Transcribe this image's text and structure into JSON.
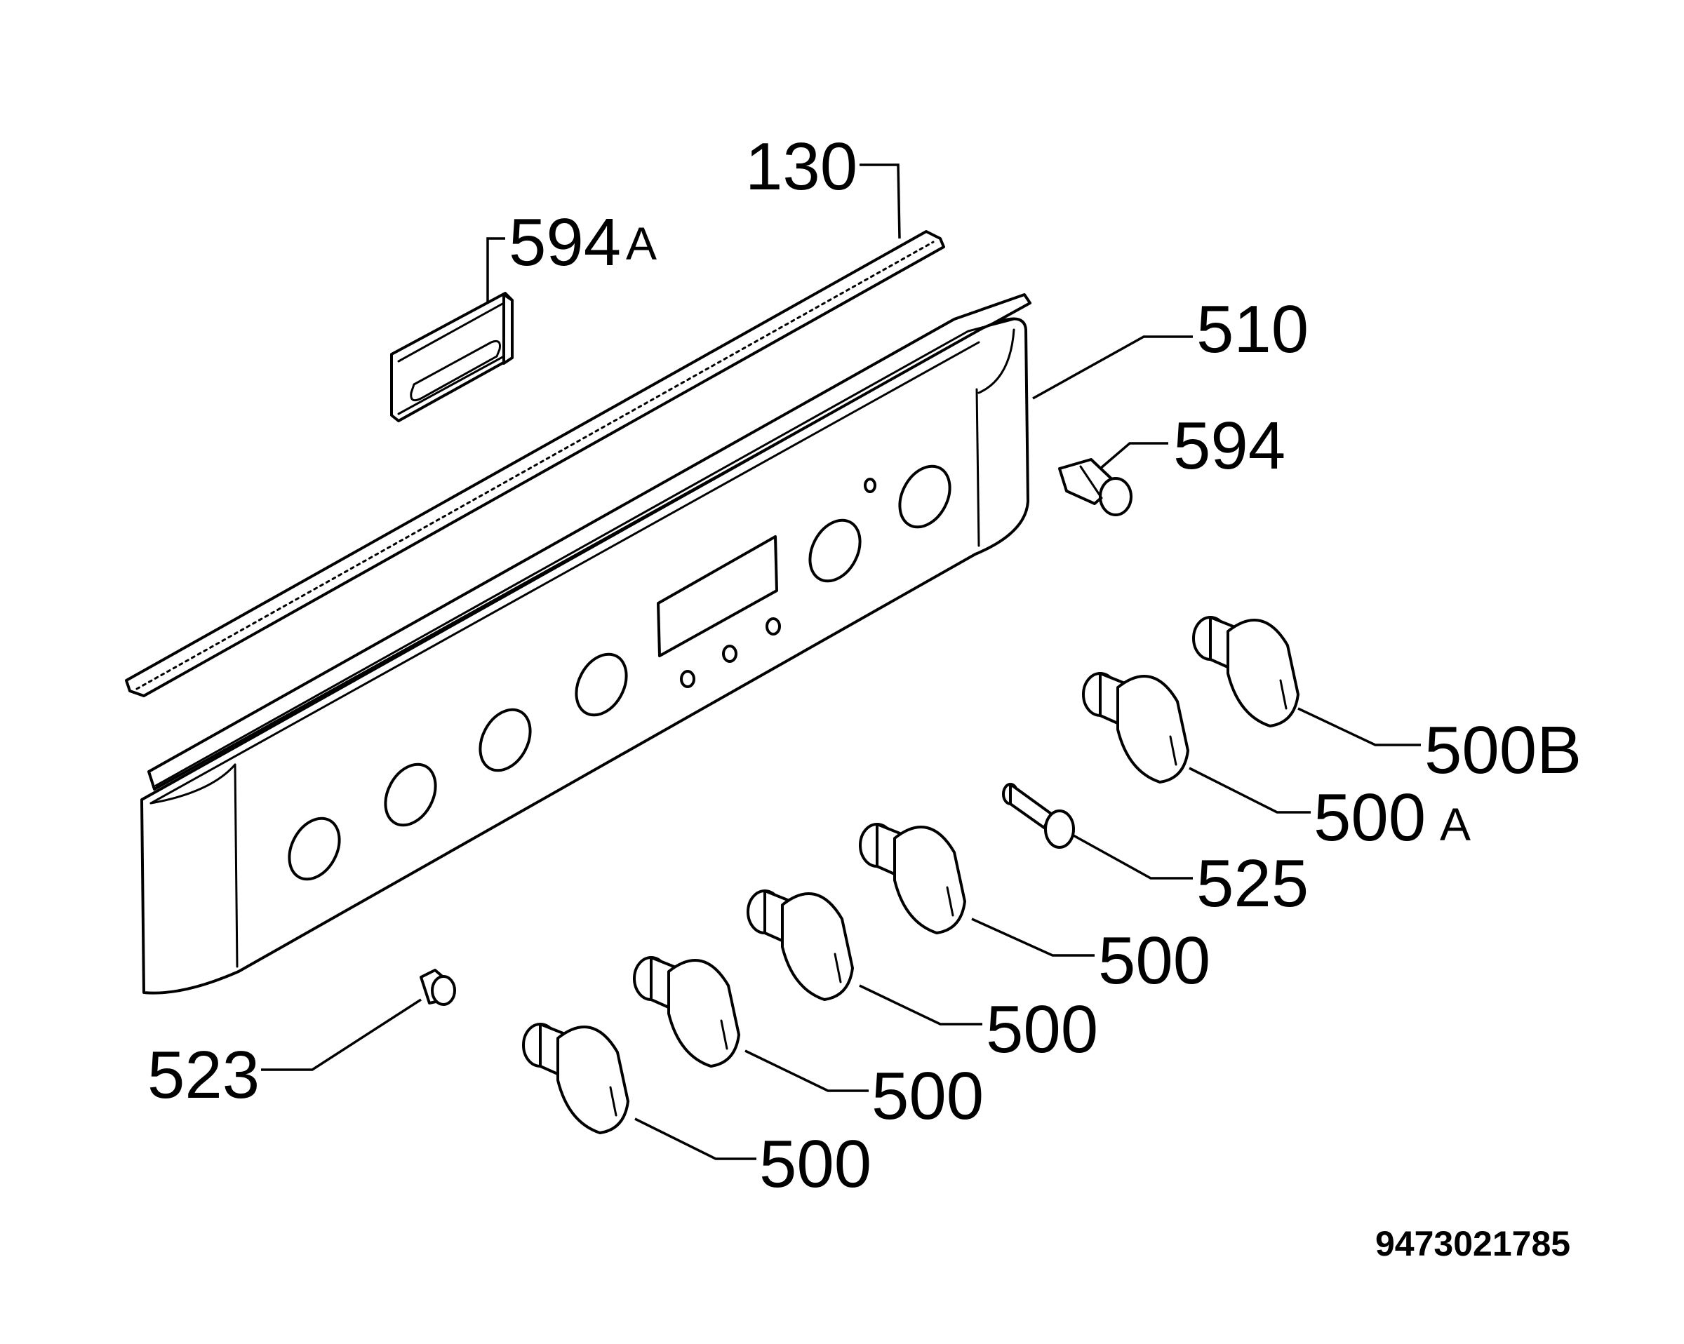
{
  "labels": {
    "l130": "130",
    "l594a": "594",
    "l594a_suffix": "A",
    "l510": "510",
    "l594": "594",
    "l500b": "500B",
    "l500a": "500",
    "l500a_suffix": "A",
    "l525": "525",
    "l500_1": "500",
    "l500_2": "500",
    "l500_3": "500",
    "l500_4": "500",
    "l523": "523"
  },
  "document_number": "9473021785"
}
